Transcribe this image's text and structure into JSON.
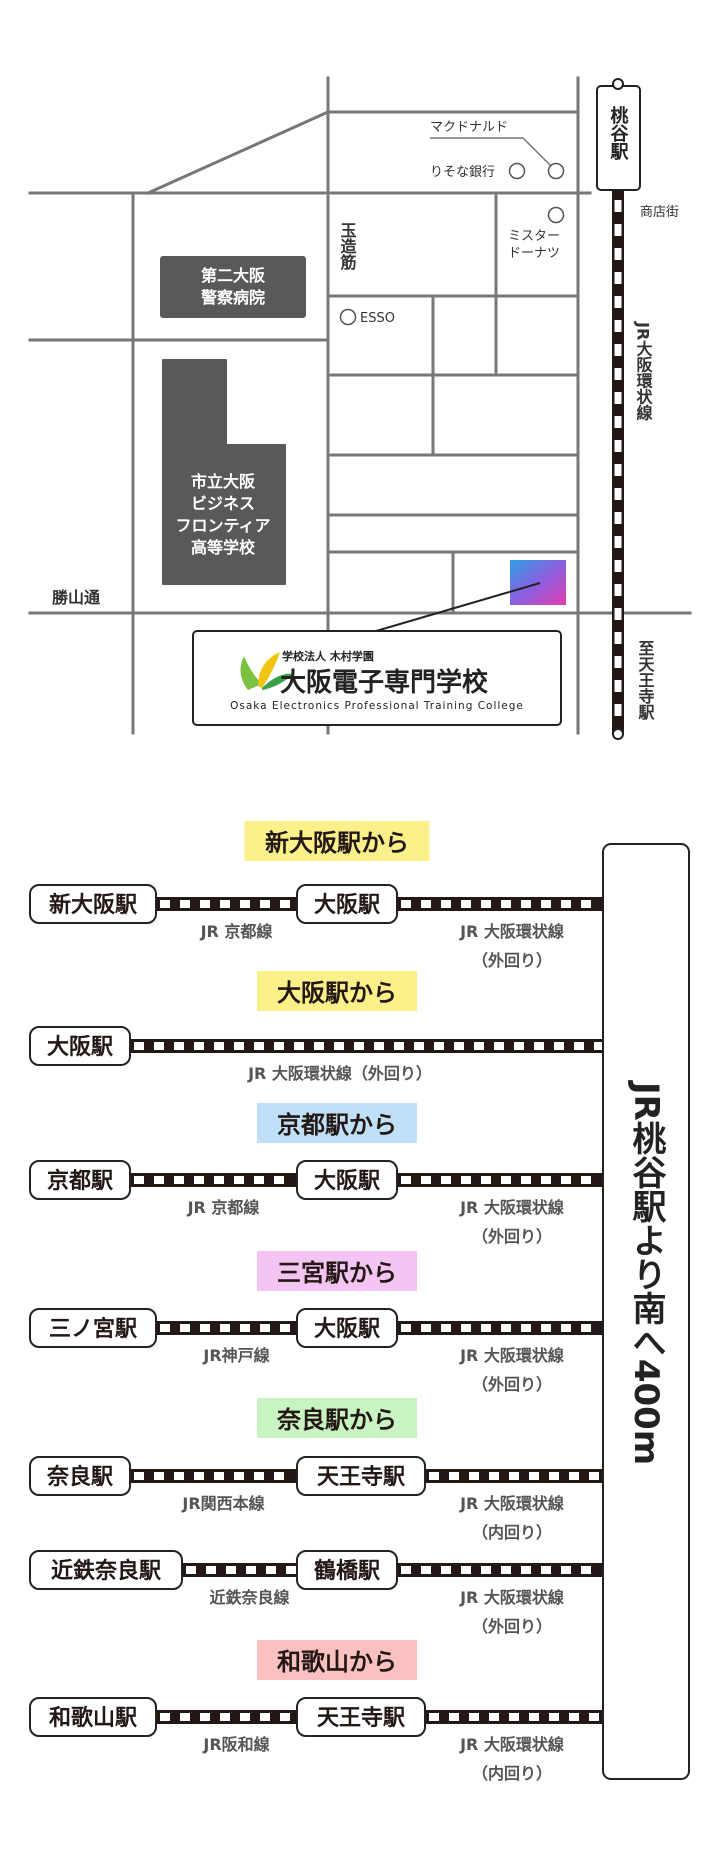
{
  "map": {
    "labels": {
      "mcdonalds": "マクドナルド",
      "resona": "りそな銀行",
      "momodani_station": "桃谷駅",
      "shotengai": "商店街",
      "tamatsukuri": "玉造筋",
      "misterdonut_1": "ミスター",
      "misterdonut_2": "ドーナツ",
      "esso": "ESSO",
      "loop_line": "JR大阪環状線",
      "hospital_1": "第二大阪",
      "hospital_2": "警察病院",
      "hs_1": "市立大阪",
      "hs_2": "ビジネス",
      "hs_3": "フロンティア",
      "hs_4": "高等学校",
      "katsuyama": "勝山通",
      "to_tennoji": "至天王寺駅",
      "school_corp": "学校法人 木村学園",
      "school_name": "大阪電子専門学校",
      "school_en": "Osaka Electronics Professional Training College"
    }
  },
  "routes": {
    "side_panel": "JR桃谷駅より南へ400m",
    "sections": [
      {
        "heading": "新大阪駅から",
        "heading_color": "#fcf08a",
        "rows": [
          {
            "from": "新大阪駅",
            "line1": "JR 京都線",
            "transfer": "大阪駅",
            "line2": "JR 大阪環状線",
            "dir": "（外回り）"
          }
        ]
      },
      {
        "heading": "大阪駅から",
        "heading_color": "#fcf08a",
        "rows": [
          {
            "from": "大阪駅",
            "line1": "JR 大阪環状線（外回り）"
          }
        ]
      },
      {
        "heading": "京都駅から",
        "heading_color": "#bfe1f7",
        "rows": [
          {
            "from": "京都駅",
            "line1": "JR 京都線",
            "transfer": "大阪駅",
            "line2": "JR 大阪環状線",
            "dir": "（外回り）"
          }
        ]
      },
      {
        "heading": "三宮駅から",
        "heading_color": "#f4c4f2",
        "rows": [
          {
            "from": "三ノ宮駅",
            "line1": "JR神戸線",
            "transfer": "大阪駅",
            "line2": "JR 大阪環状線",
            "dir": "（外回り）"
          }
        ]
      },
      {
        "heading": "奈良駅から",
        "heading_color": "#c8f4c1",
        "rows": [
          {
            "from": "奈良駅",
            "line1": "JR関西本線",
            "transfer": "天王寺駅",
            "line2": "JR 大阪環状線",
            "dir": "（内回り）"
          },
          {
            "from": "近鉄奈良駅",
            "line1": "近鉄奈良線",
            "transfer": "鶴橋駅",
            "line2": "JR 大阪環状線",
            "dir": "（外回り）"
          }
        ]
      },
      {
        "heading": "和歌山から",
        "heading_color": "#fbc1c1",
        "rows": [
          {
            "from": "和歌山駅",
            "line1": "JR阪和線",
            "transfer": "天王寺駅",
            "line2": "JR 大阪環状線",
            "dir": "（内回り）"
          }
        ]
      }
    ]
  },
  "colors": {
    "road": "#777777",
    "building": "#595959",
    "rail": "#231815",
    "text": "#231815",
    "subtext": "#555555"
  }
}
